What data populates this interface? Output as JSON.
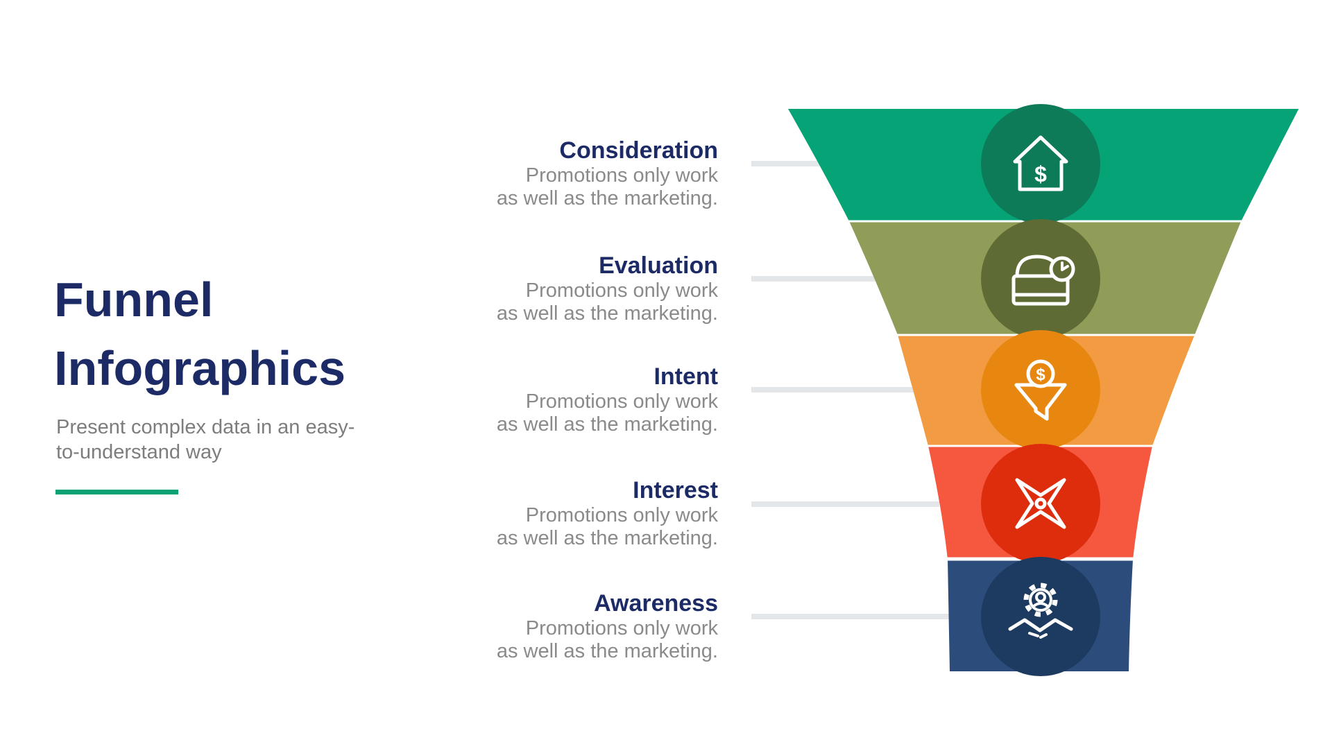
{
  "left_panel": {
    "title_lines": [
      "Funnel",
      "Infographics"
    ],
    "subtitle_lines": [
      "Present complex data in an easy-",
      "to-understand way"
    ],
    "accent_color": "#0aa174",
    "title_color": "#1c2b66",
    "subtitle_color": "#7d7d7d"
  },
  "funnel": {
    "connector_color": "#e3e7ea",
    "label_color": "#1c2b66",
    "desc_color": "#8a8a8a",
    "currency_symbol": "$",
    "stages": [
      {
        "label": "Consideration",
        "desc_lines": [
          "Promotions only work",
          "as well as the marketing."
        ],
        "band_color": "#06a376",
        "circle_color": "#0d7a58",
        "icon": "house-dollar-icon"
      },
      {
        "label": "Evaluation",
        "desc_lines": [
          "Promotions only work",
          "as well as the marketing."
        ],
        "band_color": "#8f9d58",
        "circle_color": "#5f6b34",
        "icon": "briefcase-clock-icon"
      },
      {
        "label": "Intent",
        "desc_lines": [
          "Promotions only work",
          "as well as the marketing."
        ],
        "band_color": "#f29b42",
        "circle_color": "#e8870f",
        "icon": "funnel-dollar-icon"
      },
      {
        "label": "Interest",
        "desc_lines": [
          "Promotions only work",
          "as well as the marketing."
        ],
        "band_color": "#f5573f",
        "circle_color": "#de2d0c",
        "icon": "pinwheel-icon"
      },
      {
        "label": "Awareness",
        "desc_lines": [
          "Promotions only work",
          "as well as the marketing."
        ],
        "band_color": "#2c4d7b",
        "circle_color": "#1d3a60",
        "icon": "handshake-gear-icon"
      }
    ]
  }
}
